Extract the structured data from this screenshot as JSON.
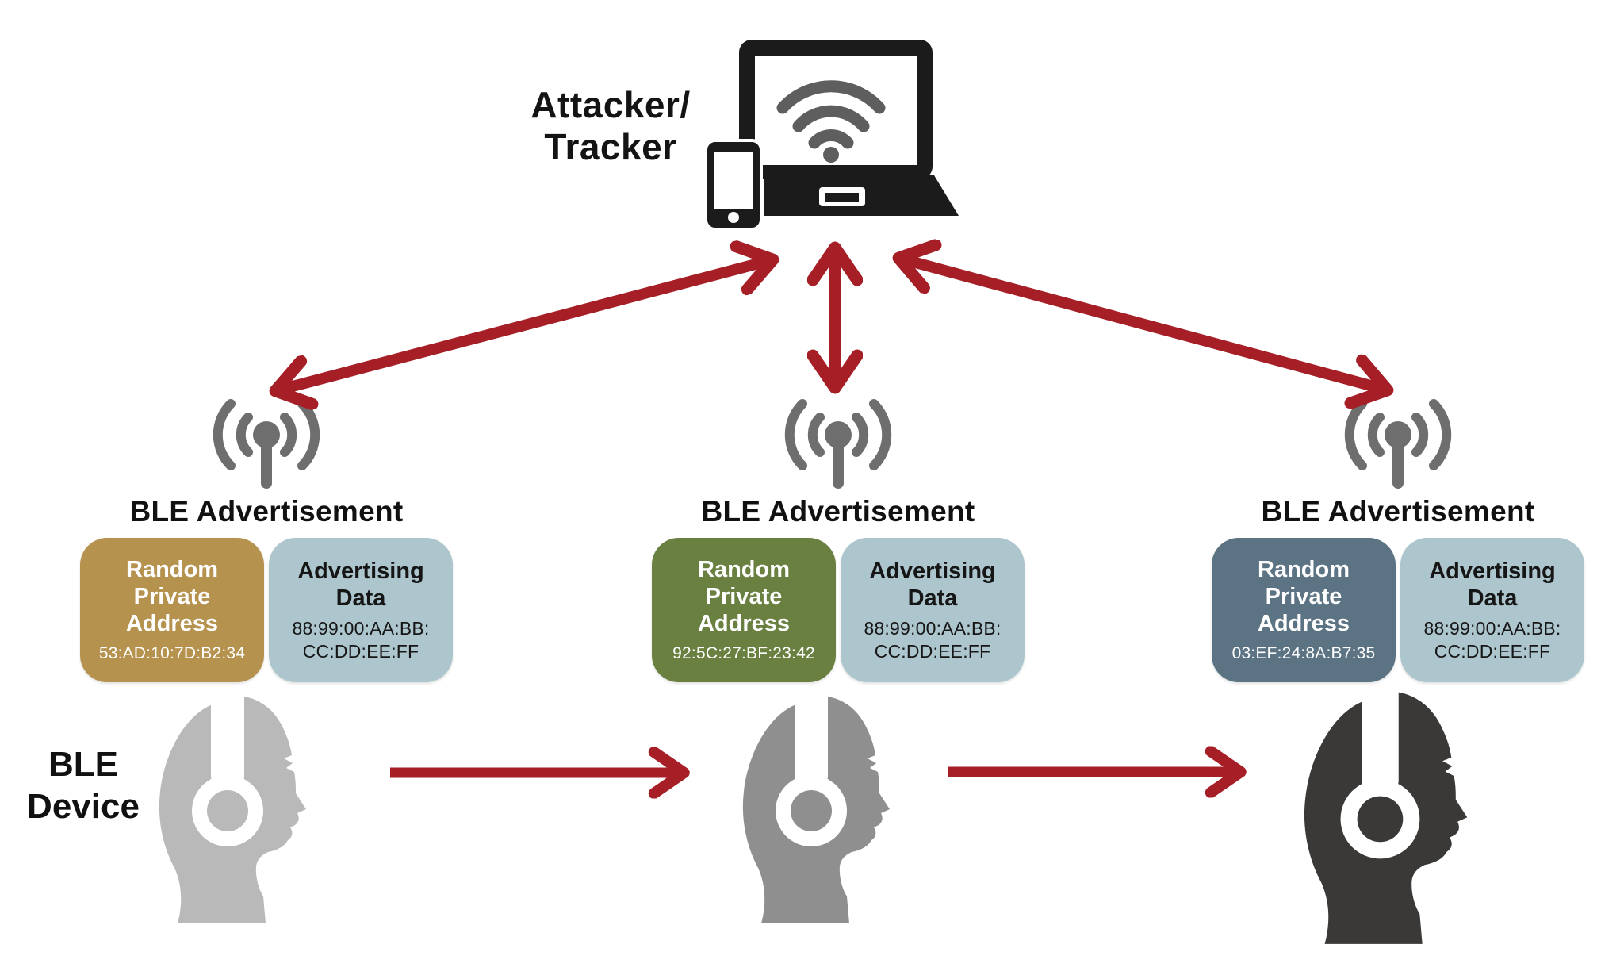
{
  "attacker": {
    "label_line1": "Attacker/",
    "label_line2": "Tracker",
    "icon": "laptop-wifi-and-phone-icon"
  },
  "ble_device_label": {
    "line1": "BLE",
    "line2": "Device"
  },
  "stations": [
    {
      "advertisement_label": "BLE Advertisement",
      "random_private_address_title": "Random Private Address",
      "random_private_address": "53:AD:10:7D:B2:34",
      "advertising_data_title": "Advertising Data",
      "advertising_data_line1": "88:99:00:AA:BB:",
      "advertising_data_line2": "CC:DD:EE:FF",
      "address_box_color": "#b5924e",
      "head_color": "#b9b9b9"
    },
    {
      "advertisement_label": "BLE Advertisement",
      "random_private_address_title": "Random Private Address",
      "random_private_address": "92:5C:27:BF:23:42",
      "advertising_data_title": "Advertising Data",
      "advertising_data_line1": "88:99:00:AA:BB:",
      "advertising_data_line2": "CC:DD:EE:FF",
      "address_box_color": "#6a8041",
      "head_color": "#8f8f8f"
    },
    {
      "advertisement_label": "BLE Advertisement",
      "random_private_address_title": "Random Private Address",
      "random_private_address": "03:EF:24:8A:B7:35",
      "advertising_data_title": "Advertising Data",
      "advertising_data_line1": "88:99:00:AA:BB:",
      "advertising_data_line2": "CC:DD:EE:FF",
      "address_box_color": "#5c7384",
      "head_color": "#3a3937"
    }
  ],
  "colors": {
    "arrow_red": "#a61e26",
    "advertising_box": "#adc6ce",
    "antenna_gray": "#6e6e6e",
    "device_icon_black": "#1b1b1b",
    "wifi_gray": "#5e5e5e"
  }
}
